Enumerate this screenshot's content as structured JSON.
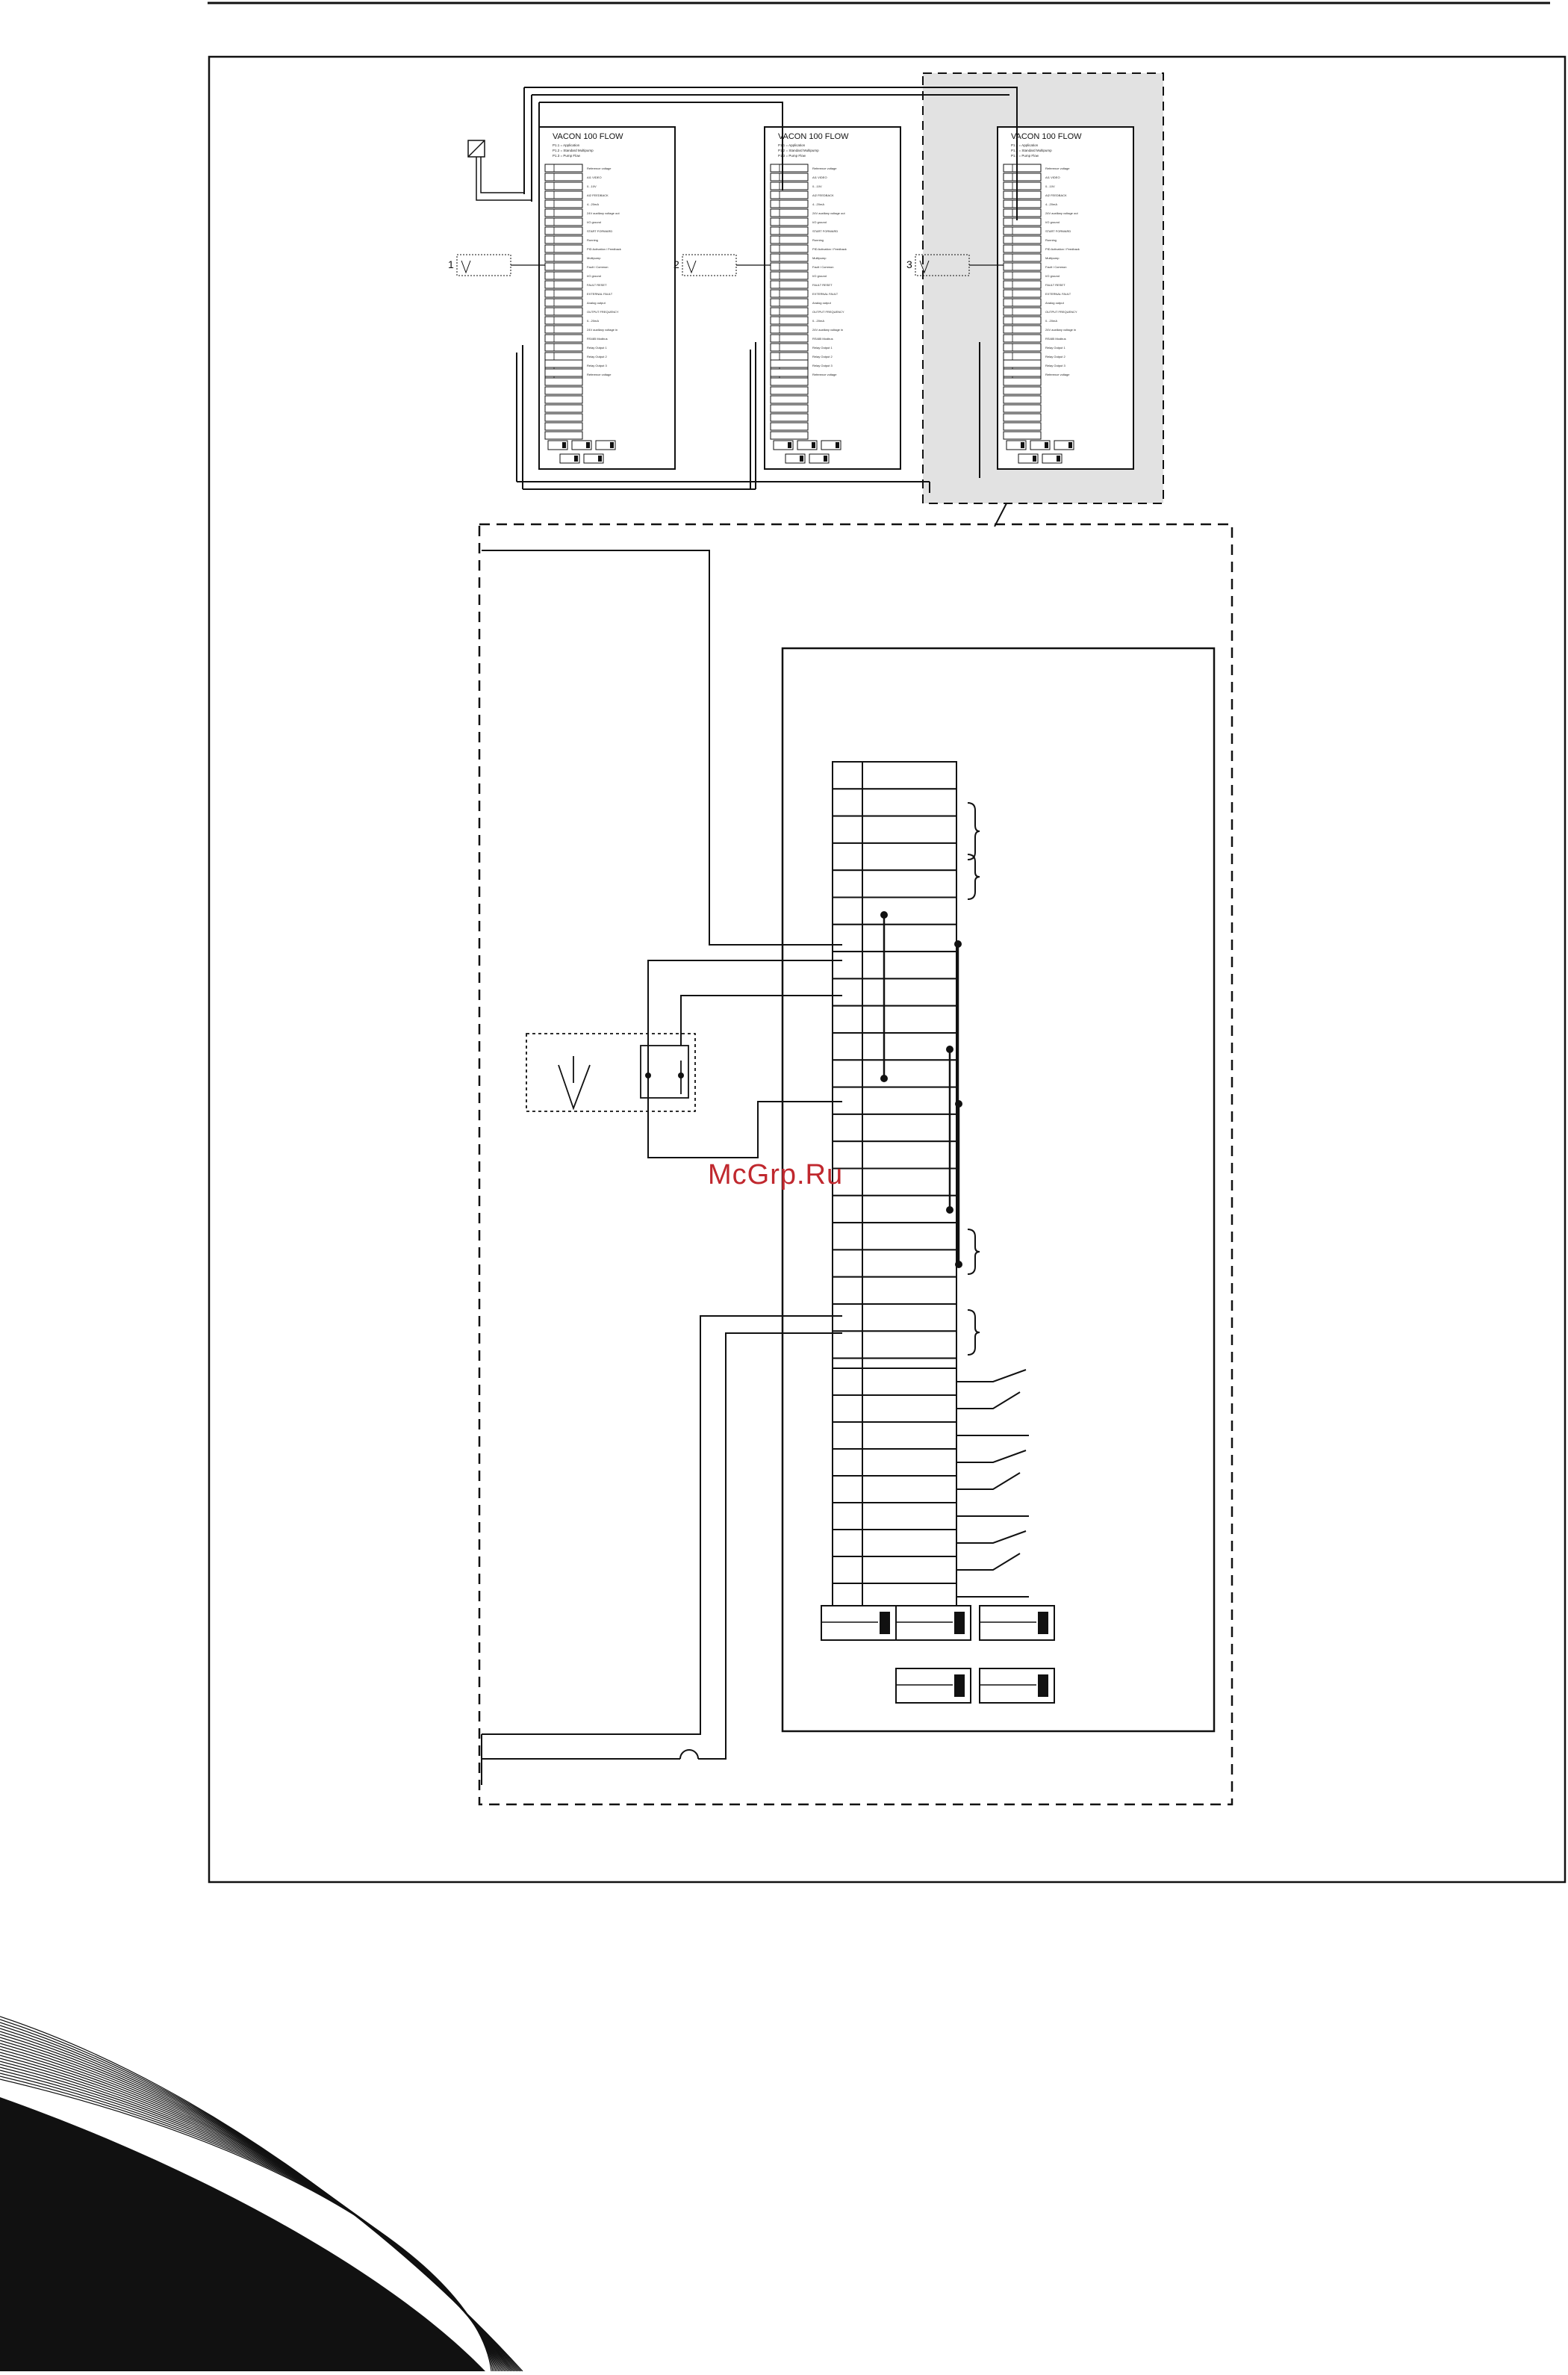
{
  "watermark": "McGrp.Ru",
  "drives": [
    {
      "title": "VACON 100 FLOW",
      "info": [
        "P1.1 = Application",
        "P1.2 = Standard Multipump",
        "P1.3 = Pump Flow"
      ],
      "group_label": "1"
    },
    {
      "title": "VACON 100 FLOW",
      "info": [
        "P1.1 = Application",
        "P1.2 = Standard Multipump",
        "P1.3 = Pump Flow"
      ],
      "group_label": "2"
    },
    {
      "title": "VACON 100 FLOW",
      "info": [
        "P1.1 = Application",
        "P1.2 = Standard Multipump",
        "P1.3 = Pump Flow"
      ],
      "group_label": "3"
    }
  ],
  "terminal_descriptions": [
    "Reference voltage",
    "AI1 VIDEO",
    "0...10V",
    "AI2 FEEDBACK",
    "4...20mA",
    "24V auxiliary voltage out",
    "I/O ground",
    "START FORWARD",
    "Running",
    "PID Activation / Feedback",
    "Multipump",
    "Fault / Common",
    "I/O ground",
    "FAULT RESET",
    "EXTERNAL FAULT",
    "Analog output",
    "OUTPUT FREQUENCY",
    "0...20mA",
    "24V auxiliary voltage in",
    "RS485 Modbus",
    "Relay Output 1",
    "Relay Output 2",
    "Relay Output 3"
  ],
  "colors": {
    "line": "#111111",
    "highlight_fill": "#e2e2e2",
    "watermark": "#c0282e",
    "background": "#ffffff"
  }
}
